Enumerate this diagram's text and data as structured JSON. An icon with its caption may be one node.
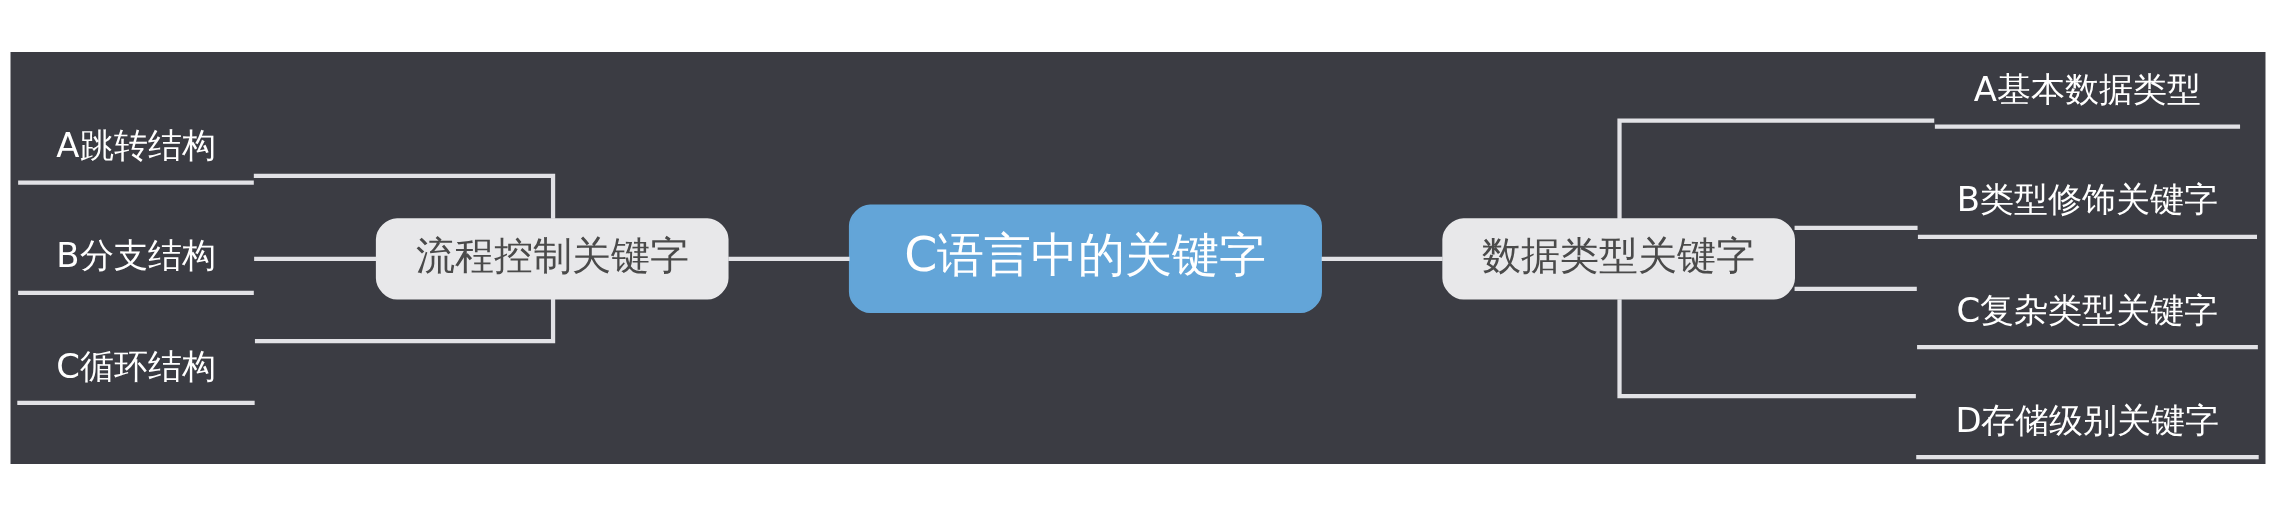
{
  "diagram": {
    "nodes": [
      {
        "text": [
          "A跳转结构"
        ]
      },
      {
        "text": [
          "B分支结构"
        ]
      },
      {
        "text": [
          "C循环结构"
        ]
      },
      {
        "text": [
          "流程控制关键字"
        ]
      },
      {
        "text": [
          "C语言中的关键字"
        ]
      },
      {
        "text": [
          "数据类型关键字"
        ]
      },
      {
        "text": [
          "A基本数据类型"
        ]
      },
      {
        "text": [
          "B类型修饰关键字"
        ]
      },
      {
        "text": [
          "C复杂类型关键字"
        ]
      },
      {
        "text": [
          "D存储级别关键字"
        ]
      }
    ],
    "edges": [
      {
        "from": 0,
        "to": 3,
        "arrow": "none"
      },
      {
        "from": 1,
        "to": 3,
        "arrow": "none"
      },
      {
        "from": 2,
        "to": 3,
        "arrow": "none"
      },
      {
        "from": 3,
        "to": 4,
        "arrow": "none"
      },
      {
        "from": 4,
        "to": 5,
        "arrow": "none"
      },
      {
        "from": 5,
        "to": 6,
        "arrow": "none"
      },
      {
        "from": 5,
        "to": 7,
        "arrow": "none"
      },
      {
        "from": 5,
        "to": 8,
        "arrow": "none"
      },
      {
        "from": 5,
        "to": 9,
        "arrow": "none"
      }
    ]
  }
}
